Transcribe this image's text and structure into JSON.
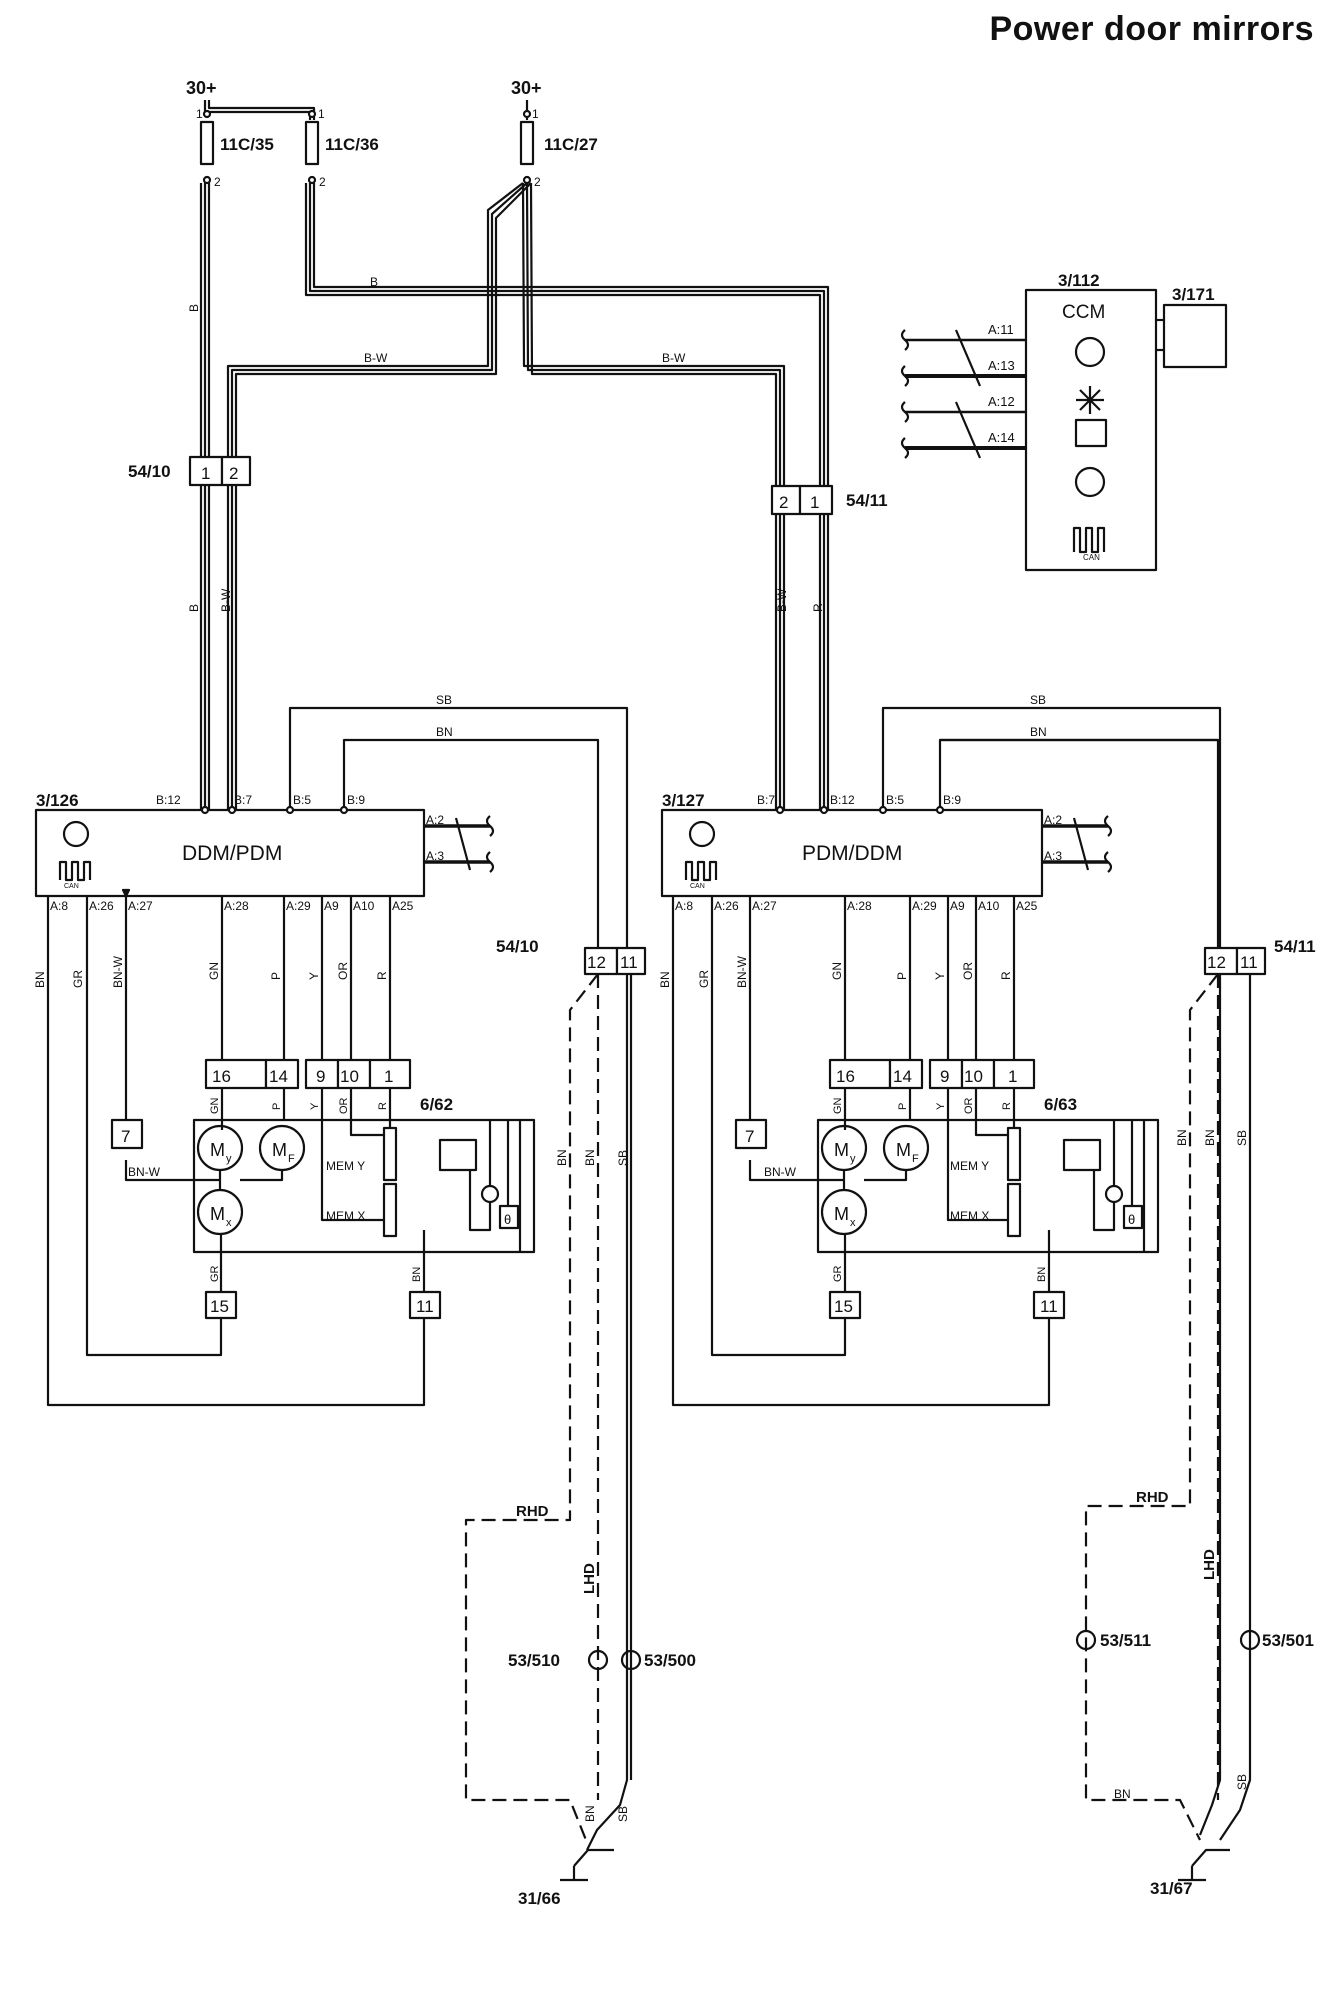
{
  "title": "Power door mirrors",
  "colors": {
    "line": "#111111",
    "background": "#ffffff"
  },
  "power": {
    "left": "30+",
    "right": "30+"
  },
  "fuses": [
    {
      "id": "11C/35",
      "pin_top": "1",
      "pin_bottom": "2"
    },
    {
      "id": "11C/36",
      "pin_top": "1",
      "pin_bottom": "2"
    },
    {
      "id": "11C/27",
      "pin_top": "1",
      "pin_bottom": "2"
    }
  ],
  "top_wires": {
    "b": "B",
    "bw_left": "B-W",
    "bw_right": "B-W",
    "b_vert": "B"
  },
  "connector_5410_top": {
    "id": "54/10",
    "pins": [
      "1",
      "2"
    ],
    "wire_left": "B",
    "wire_right": "B-W"
  },
  "connector_5411_top": {
    "id": "54/11",
    "pins": [
      "2",
      "1"
    ],
    "wire_left": "B-W",
    "wire_right": "R"
  },
  "ccm": {
    "id": "3/112",
    "name": "CCM",
    "pins": [
      "A:11",
      "A:13",
      "A:12",
      "A:14"
    ],
    "side_component": "3/171",
    "icons": [
      "fan-speed-icon",
      "snowflake-icon",
      "rear-defrost-icon",
      "k-icon",
      "can-icon"
    ],
    "can_label": "CAN"
  },
  "left_module": {
    "id": "3/126",
    "name": "DDM/PDM",
    "can_label": "CAN",
    "top_pins": [
      "B:12",
      "B:7",
      "B:5",
      "B:9"
    ],
    "right_pins": [
      "A:2",
      "A:3"
    ],
    "bottom_pins": [
      "A:8",
      "A:26",
      "A:27",
      "A:28",
      "A:29",
      "A9",
      "A10",
      "A25"
    ],
    "wires_bottom": [
      "BN",
      "GR",
      "BN-W",
      "GN",
      "P",
      "Y",
      "OR",
      "R"
    ],
    "wire_sb": "SB",
    "wire_bn": "BN"
  },
  "right_module": {
    "id": "3/127",
    "name": "PDM/DDM",
    "can_label": "CAN",
    "top_pins": [
      "B:7",
      "B:12",
      "B:5",
      "B:9"
    ],
    "right_pins": [
      "A:2",
      "A:3"
    ],
    "bottom_pins": [
      "A:8",
      "A:26",
      "A:27",
      "A:28",
      "A:29",
      "A9",
      "A10",
      "A25"
    ],
    "wires_bottom": [
      "BN",
      "GR",
      "BN-W",
      "GN",
      "P",
      "Y",
      "OR",
      "R"
    ],
    "wire_sb": "SB",
    "wire_bn": "BN"
  },
  "left_mirror": {
    "id": "6/62",
    "conn_top": [
      "16",
      "14",
      "9",
      "10",
      "1"
    ],
    "wires_top": [
      "GN",
      "P",
      "Y",
      "OR",
      "R"
    ],
    "pin7": "7",
    "pin15": "15",
    "pin11": "11",
    "wire_bnw": "BN-W",
    "wire_gr": "GR",
    "wire_bn": "BN",
    "motors": {
      "my": "M",
      "my_sub": "y",
      "mf": "M",
      "mf_sub": "F",
      "mx": "M",
      "mx_sub": "x"
    },
    "mem_y": "MEM Y",
    "mem_x": "MEM X",
    "theta": "θ"
  },
  "right_mirror": {
    "id": "6/63",
    "conn_top": [
      "16",
      "14",
      "9",
      "10",
      "1"
    ],
    "wires_top": [
      "GN",
      "P",
      "Y",
      "OR",
      "R"
    ],
    "pin7": "7",
    "pin15": "15",
    "pin11": "11",
    "wire_bnw": "BN-W",
    "wire_gr": "GR",
    "wire_bn": "BN",
    "motors": {
      "my": "M",
      "my_sub": "y",
      "mf": "M",
      "mf_sub": "F",
      "mx": "M",
      "mx_sub": "x"
    },
    "mem_y": "MEM Y",
    "mem_x": "MEM X",
    "theta": "θ"
  },
  "left_ground": {
    "conn_id": "54/10",
    "pins": [
      "12",
      "11"
    ],
    "wire_labels": [
      "BN",
      "BN",
      "SB"
    ],
    "rhd": "RHD",
    "lhd": "LHD",
    "splice_1": "53/510",
    "splice_2": "53/500",
    "lower_wires": [
      "BN",
      "SB"
    ],
    "ground": "31/66"
  },
  "right_ground": {
    "conn_id": "54/11",
    "pins": [
      "12",
      "11"
    ],
    "wire_labels": [
      "BN",
      "BN",
      "SB"
    ],
    "rhd": "RHD",
    "lhd": "LHD",
    "splice_1": "53/511",
    "splice_2": "53/501",
    "lower_wires": [
      "SB",
      "BN"
    ],
    "ground": "31/67"
  }
}
